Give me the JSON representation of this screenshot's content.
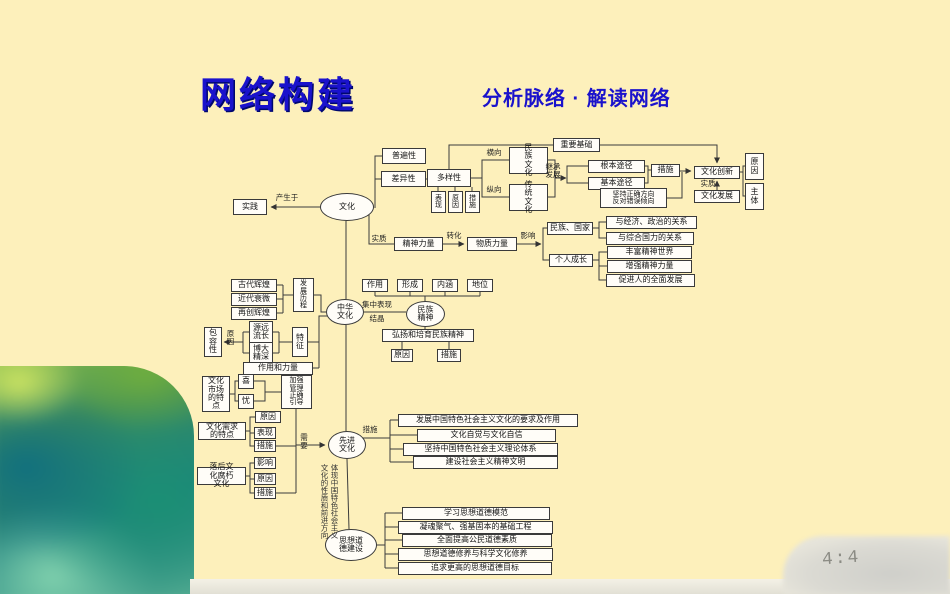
{
  "page": {
    "title": "网络构建",
    "subtitle": "分析脉络 · 解读网络",
    "watermark": "4:4",
    "bg_color": "#fdf0bb",
    "title_color": "#1a12cc"
  },
  "diagram": {
    "ellipses": {
      "wenhua": "文化",
      "zhonghuawenhua": "中华文化",
      "minzujingshen": "民族精神",
      "xianjinwenhua": "先进文化",
      "sixiangdaode": "思想道德建设"
    },
    "nodes": {
      "shijian": "实践",
      "pubianxing": "普遍性",
      "chayixing": "差异性",
      "duoyangxing": "多样性",
      "dyBiaoxian": "表现",
      "dyYuanyin": "原因",
      "dyCuoshi": "措施",
      "minzuwenhua": "民族文化",
      "chuantongwenhua": "传统文化",
      "zhongyaojichu": "重要基础",
      "genbentujing": "根本途径",
      "jibentujing": "基本途径",
      "jianchifangxiang": "坚持正确方向反对错误倾向",
      "cxCuoshi": "措施",
      "wenhuachuangxin": "文化创新",
      "wenhuafazhan": "文化发展",
      "cxYuanyin": "原因",
      "cxZhuti": "主体",
      "jingshenliliang": "精神力量",
      "wuzhililiang": "物质力量",
      "minzuguojia": "民族、国家",
      "gerenchengzhang": "个人成长",
      "yujingji": "与经济、政治的关系",
      "yuzonghe": "与综合国力的关系",
      "fengfu": "丰富精神世界",
      "zengqiangjingshen": "增强精神力量",
      "cujinfazhan": "促进人的全面发展",
      "gudai": "古代辉煌",
      "jindai": "近代衰微",
      "zaichuang": "再创辉煌",
      "fazhanlicheng": "发展历程",
      "yuanyuan": "源远流长",
      "boda": "博大精深",
      "tezheng": "特征",
      "zuoyongliliang": "作用和力量",
      "baorongxing": "包容性",
      "mjZuoyong": "作用",
      "mjXingcheng": "形成",
      "mjNeihan": "内涵",
      "mjDiwei": "地位",
      "hongyang": "弘扬和培育民族精神",
      "mjYuanyin": "原因",
      "mjCuoshi": "措施",
      "shichangtedian": "文化市场的特点",
      "xi": "喜",
      "you": "忧",
      "jiaqiangguanli": "加强管理正确引导",
      "xqYuanyin": "原因",
      "xuqiutedian": "文化需求的特点",
      "xqBiaoxian": "表现",
      "xqCuoshi": "措施",
      "luohoufuxiu": "落后文化腐朽文化",
      "lhYingxiang": "影响",
      "lhYuanyin": "原因",
      "lhCuoshi": "措施",
      "fazhanyaoqiu": "发展中国特色社会主义文化的要求及作用",
      "wenhuazijue": "文化自觉与文化自信",
      "lilunTixi": "坚持中国特色社会主义理论体系",
      "jingshenwenming": "建设社会主义精神文明",
      "xuexidaode": "学习思想道德模范",
      "ninghunjuqi": "凝魂聚气、强基固本的基础工程",
      "gongminsuzhi": "全面提高公民道德素质",
      "liangxiuyang": "思想道德修养与科学文化修养",
      "gengaomubiao": "追求更高的思想道德目标"
    },
    "labels": {
      "chanshengyu": "产生于",
      "shizhi1": "实质",
      "zhuanhua": "转化",
      "yingxiang": "影响",
      "hengxiang": "横向",
      "zongxiang": "纵向",
      "jichengfazhan": "继承发展",
      "shizhi2": "实质",
      "yuanyinV": "原因",
      "jizhongbiaoxian": "集中表现",
      "jiejing": "结晶",
      "xuyao": "需要",
      "xjCuoshi": "措施",
      "tixianxingzhi": "体现中国特色社会主义文化的性质和前进方向"
    }
  }
}
